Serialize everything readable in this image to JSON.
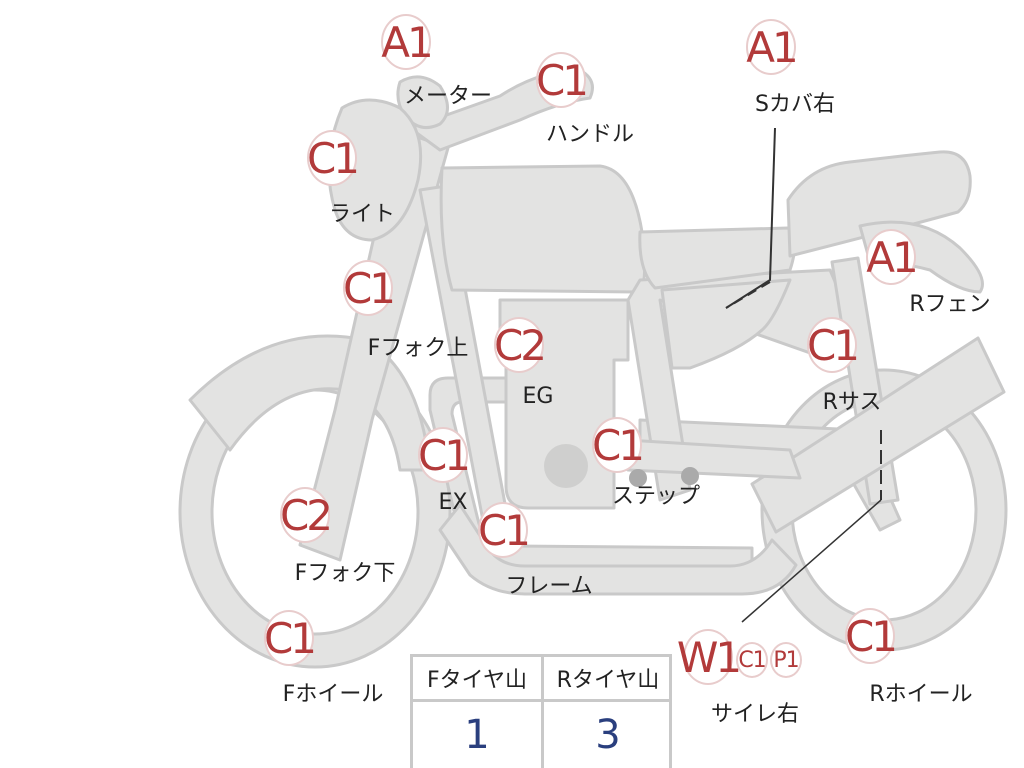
{
  "colors": {
    "body_fill": "#e3e3e2",
    "body_stroke": "#c9c9c9",
    "badge_red": "#b23a3a",
    "badge_stroke": "#e8cccc",
    "value_blue": "#2a3f7e"
  },
  "parts": [
    {
      "id": "meter",
      "grade": "A1",
      "label": "メーター"
    },
    {
      "id": "handle",
      "grade": "C1",
      "label": "ハンドル"
    },
    {
      "id": "side-cover-right",
      "grade": "A1",
      "label": "Sカバ右"
    },
    {
      "id": "light",
      "grade": "C1",
      "label": "ライト"
    },
    {
      "id": "rear-fender",
      "grade": "A1",
      "label": "Rフェン"
    },
    {
      "id": "front-fork-upper",
      "grade": "C1",
      "label": "Fフォク上"
    },
    {
      "id": "engine",
      "grade": "C2",
      "label": "EG"
    },
    {
      "id": "rear-suspension",
      "grade": "C1",
      "label": "Rサス"
    },
    {
      "id": "exhaust",
      "grade": "C1",
      "label": "EX"
    },
    {
      "id": "step",
      "grade": "C1",
      "label": "ステップ"
    },
    {
      "id": "front-fork-lower",
      "grade": "C2",
      "label": "Fフォク下"
    },
    {
      "id": "frame",
      "grade": "C1",
      "label": "フレーム"
    },
    {
      "id": "front-wheel",
      "grade": "C1",
      "label": "Fホイール"
    },
    {
      "id": "rear-wheel",
      "grade": "C1",
      "label": "Rホイール"
    }
  ],
  "silencer": {
    "label": "サイレ右",
    "grades": [
      "W1",
      "C1",
      "P1"
    ]
  },
  "tread": {
    "front": {
      "header": "Fタイヤ山",
      "value": "1"
    },
    "rear": {
      "header": "Rタイヤ山",
      "value": "3"
    }
  }
}
